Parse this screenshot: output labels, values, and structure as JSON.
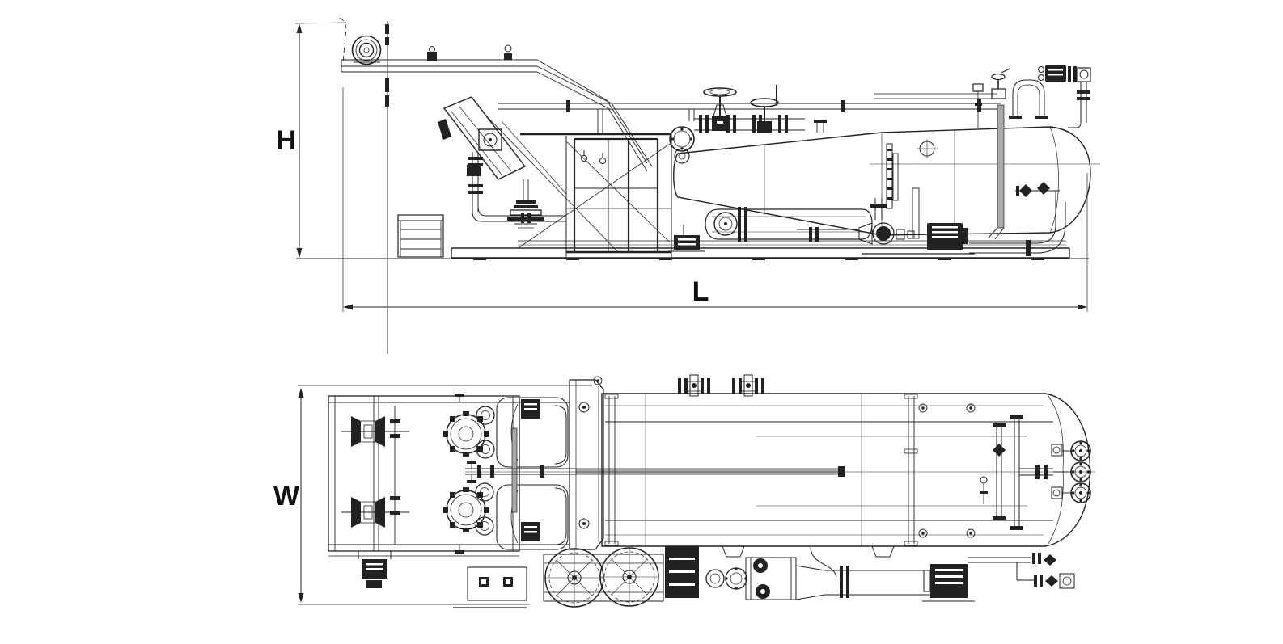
{
  "drawing": {
    "background_color": "#ffffff",
    "line_color": "#222222",
    "views": {
      "side_elevation": {
        "dimension_labels": {
          "height": "H",
          "length": "L"
        }
      },
      "top_plan": {
        "dimension_labels": {
          "width": "W"
        }
      }
    }
  }
}
